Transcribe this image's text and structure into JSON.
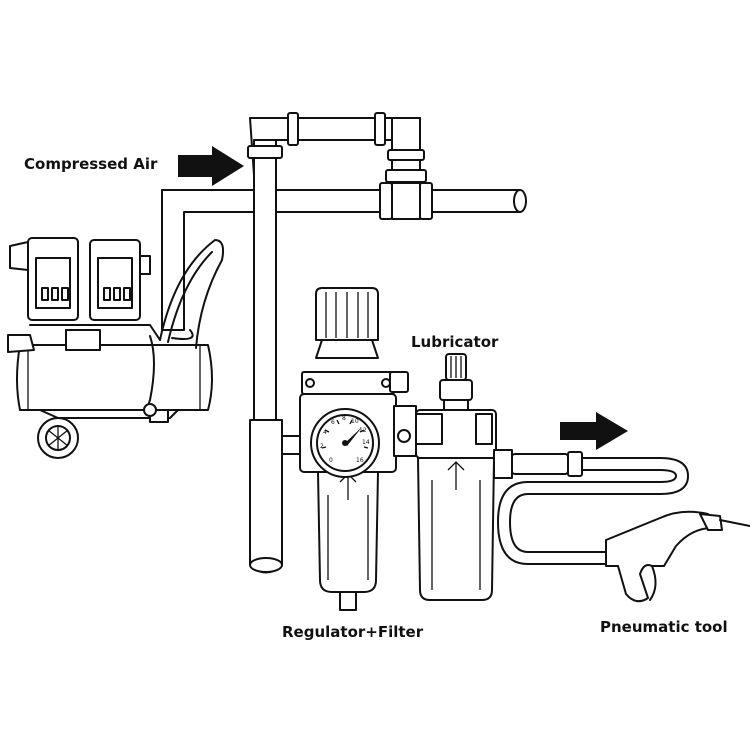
{
  "labels": {
    "compressed_air": "Compressed Air",
    "lubricator": "Lubricator",
    "regulator_filter": "Regulator+Filter",
    "pneumatic_tool": "Pneumatic tool"
  },
  "gauge": {
    "ticks": [
      "0",
      "2",
      "4",
      "6",
      "8",
      "10",
      "12",
      "14",
      "16"
    ]
  },
  "colors": {
    "line": "#111111",
    "background": "#ffffff"
  }
}
